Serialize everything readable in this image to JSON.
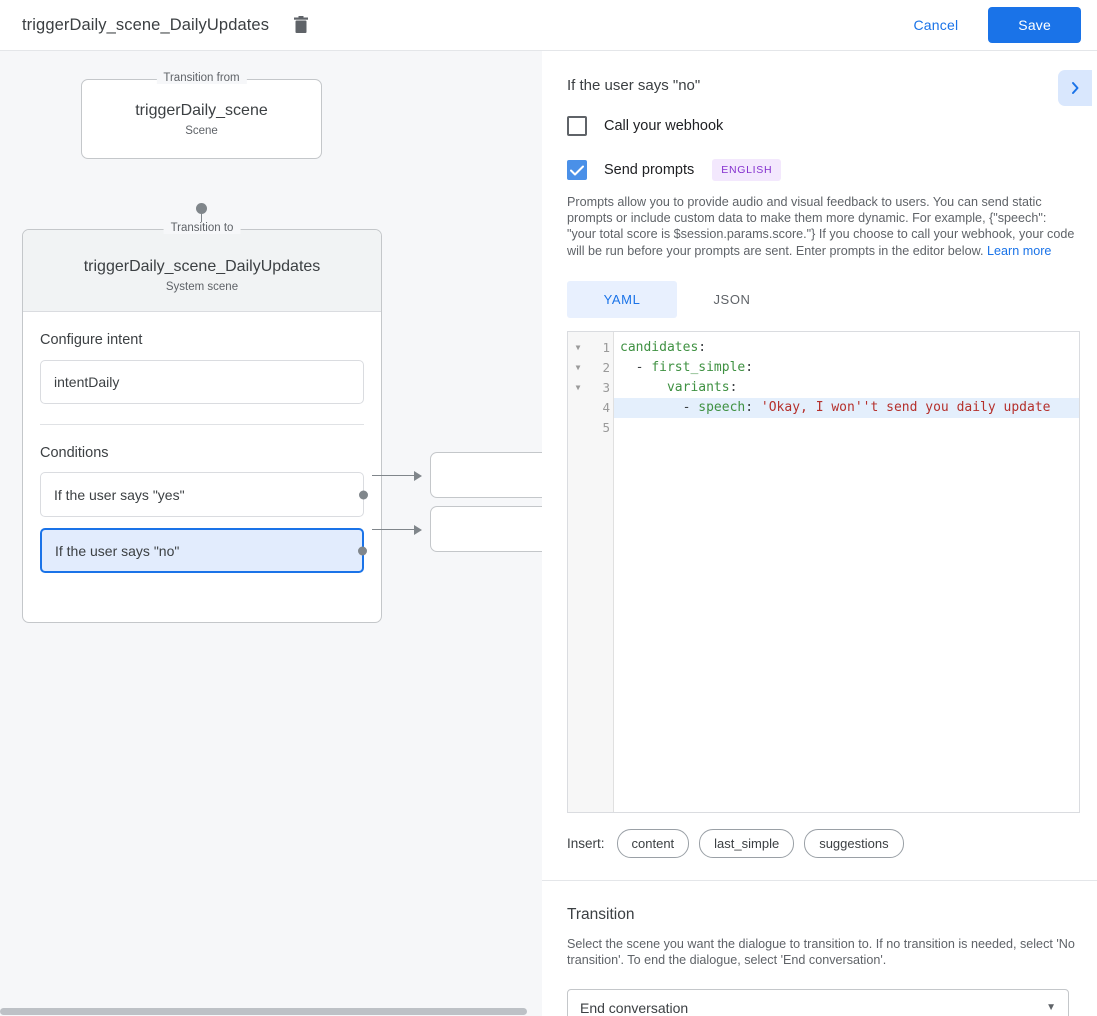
{
  "topbar": {
    "title": "triggerDaily_scene_DailyUpdates",
    "delete_icon": "trash-icon",
    "cancel_label": "Cancel",
    "save_label": "Save",
    "accent_color": "#1a73e8"
  },
  "canvas": {
    "from_node": {
      "legend": "Transition from",
      "title": "triggerDaily_scene",
      "subtitle": "Scene"
    },
    "to_node": {
      "legend": "Transition to",
      "title": "triggerDaily_scene_DailyUpdates",
      "subtitle": "System scene"
    },
    "intent_section": {
      "label": "Configure intent",
      "value": "intentDaily"
    },
    "conditions_section": {
      "label": "Conditions",
      "items": [
        {
          "label": "If the user says \"yes\"",
          "selected": false
        },
        {
          "label": "If the user says \"no\"",
          "selected": true
        }
      ]
    },
    "target_cards": [
      {
        "label": ""
      },
      {
        "label": ""
      }
    ]
  },
  "panel": {
    "title": "If the user says \"no\"",
    "expand_icon": "chevron-right-icon",
    "webhook": {
      "label": "Call your webhook",
      "checked": false
    },
    "prompts": {
      "label": "Send prompts",
      "checked": true,
      "language_badge": "ENGLISH",
      "badge_color": "#8430ce"
    },
    "description": "Prompts allow you to provide audio and visual feedback to users. You can send static prompts or include custom data to make them more dynamic. For example, {\"speech\": \"your total score is $session.params.score.\"} If you choose to call your webhook, your code will be run before your prompts are sent. Enter prompts in the editor below.",
    "learn_more": "Learn more",
    "tabs": [
      {
        "label": "YAML",
        "active": true
      },
      {
        "label": "JSON",
        "active": false
      }
    ],
    "editor": {
      "lines": [
        {
          "number": "1",
          "foldable": true,
          "active": false,
          "tokens": [
            {
              "text": "candidates",
              "type": "key"
            },
            {
              "text": ":",
              "type": "punct"
            }
          ]
        },
        {
          "number": "2",
          "foldable": true,
          "active": false,
          "tokens": [
            {
              "text": "  - ",
              "type": "plain"
            },
            {
              "text": "first_simple",
              "type": "key"
            },
            {
              "text": ":",
              "type": "punct"
            }
          ]
        },
        {
          "number": "3",
          "foldable": true,
          "active": false,
          "tokens": [
            {
              "text": "      ",
              "type": "plain"
            },
            {
              "text": "variants",
              "type": "key"
            },
            {
              "text": ":",
              "type": "punct"
            }
          ]
        },
        {
          "number": "4",
          "foldable": false,
          "active": true,
          "tokens": [
            {
              "text": "        - ",
              "type": "plain"
            },
            {
              "text": "speech",
              "type": "key"
            },
            {
              "text": ": ",
              "type": "punct"
            },
            {
              "text": "'Okay, I won''t send you daily update",
              "type": "str"
            }
          ]
        },
        {
          "number": "5",
          "foldable": false,
          "active": false,
          "tokens": []
        }
      ]
    },
    "insert": {
      "label": "Insert:",
      "chips": [
        "content",
        "last_simple",
        "suggestions"
      ]
    },
    "transition": {
      "title": "Transition",
      "description": "Select the scene you want the dialogue to transition to. If no transition is needed, select 'No transition'. To end the dialogue, select 'End conversation'.",
      "select_value": "End conversation",
      "caret_icon": "chevron-down-icon"
    }
  }
}
